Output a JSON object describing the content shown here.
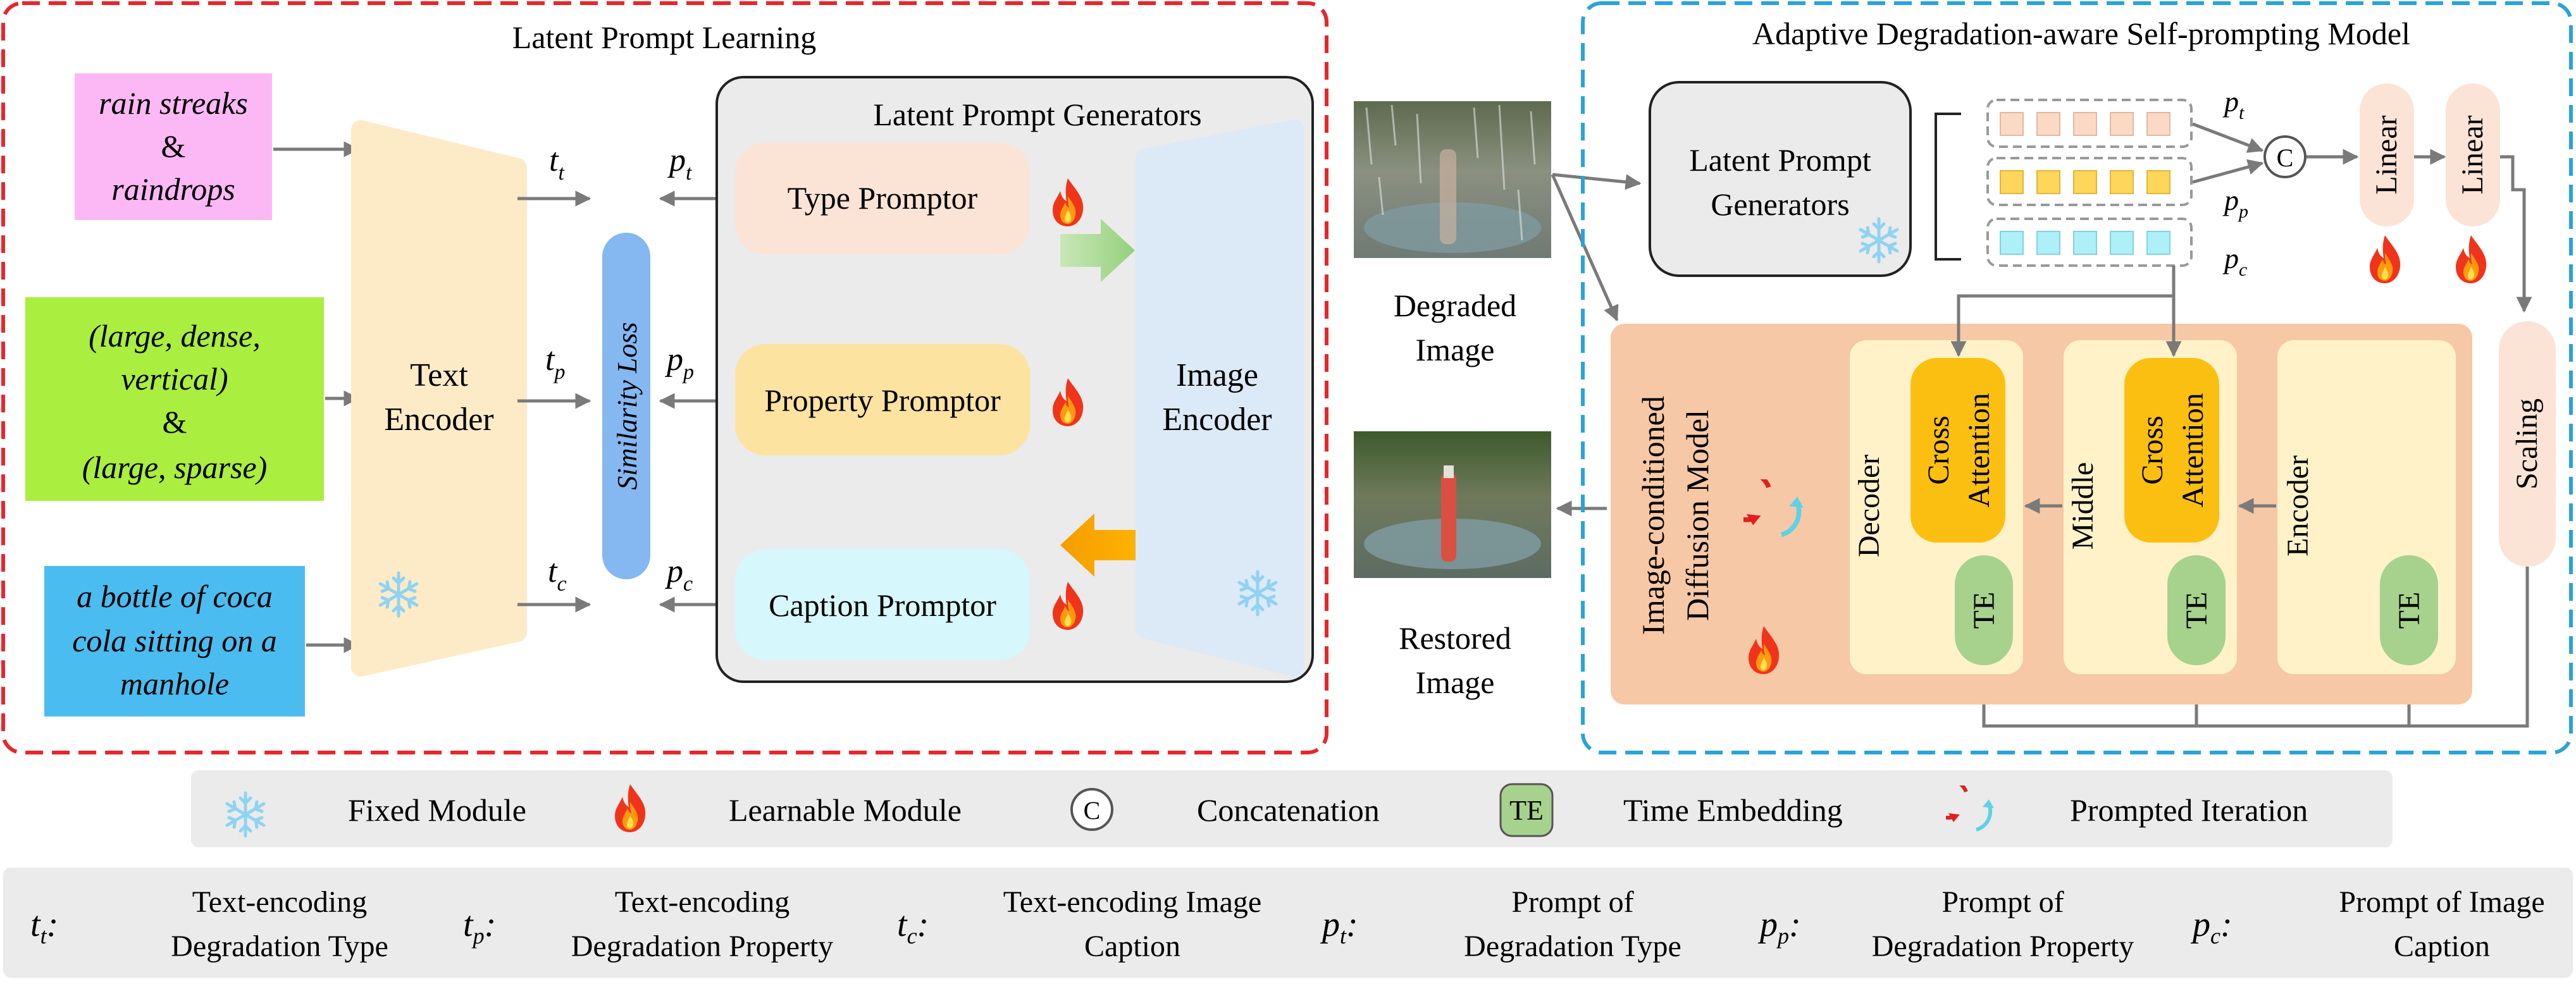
{
  "left_panel": {
    "title": "Latent Prompt Learning",
    "inputs": {
      "rain": {
        "line1": "rain streaks",
        "line2": "&",
        "line3": "raindrops"
      },
      "property": {
        "line1": "(large, dense,",
        "line2": "vertical)",
        "line3": "&",
        "line4": "(large, sparse)"
      },
      "caption": {
        "line1": "a bottle of coca",
        "line2": "cola sitting on a",
        "line3": "manhole"
      }
    },
    "text_encoder": {
      "line1": "Text",
      "line2": "Encoder"
    },
    "t_labels": {
      "t": "t",
      "t_sub": "t",
      "p": "t",
      "p_sub": "p",
      "c": "t",
      "c_sub": "c"
    },
    "similarity_loss": "Similarity Loss",
    "p_labels": {
      "t": "p",
      "t_sub": "t",
      "p": "p",
      "p_sub": "p",
      "c": "p",
      "c_sub": "c"
    },
    "generators": {
      "title": "Latent Prompt Generators",
      "type": "Type Promptor",
      "property": "Property Promptor",
      "caption": "Caption Promptor"
    },
    "image_encoder": {
      "line1": "Image",
      "line2": "Encoder"
    }
  },
  "middle": {
    "degraded": {
      "line1": "Degraded",
      "line2": "Image"
    },
    "restored": {
      "line1": "Restored",
      "line2": "Image"
    }
  },
  "right_panel": {
    "title": "Adaptive Degradation-aware Self-prompting Model",
    "generators": {
      "line1": "Latent Prompt",
      "line2": "Generators"
    },
    "prompt_labels": {
      "t": "p",
      "t_sub": "t",
      "p": "p",
      "p_sub": "p",
      "c": "p",
      "c_sub": "c"
    },
    "concat_symbol": "C",
    "linear1": "Linear",
    "linear2": "Linear",
    "scaling": "Scaling",
    "diffusion": {
      "line1": "Image-conditioned",
      "line2": "Diffusion Model"
    },
    "blocks": {
      "decoder": "Decoder",
      "middle": "Middle",
      "encoder": "Encoder",
      "cross_attention1": "Cross",
      "cross_attention2": "Attention",
      "te": "TE"
    }
  },
  "legend": {
    "fixed": "Fixed Module",
    "learnable": "Learnable Module",
    "concat_symbol": "C",
    "concat": "Concatenation",
    "te_symbol": "TE",
    "te": "Time Embedding",
    "iteration": "Prompted Iteration"
  },
  "notation": [
    {
      "sym": "t",
      "sub": "t",
      "line1": "Text-encoding",
      "line2": "Degradation Type"
    },
    {
      "sym": "t",
      "sub": "p",
      "line1": "Text-encoding",
      "line2": "Degradation Property"
    },
    {
      "sym": "t",
      "sub": "c",
      "line1": "Text-encoding Image",
      "line2": "Caption"
    },
    {
      "sym": "p",
      "sub": "t",
      "line1": "Prompt of",
      "line2": "Degradation Type"
    },
    {
      "sym": "p",
      "sub": "p",
      "line1": "Prompt of",
      "line2": "Degradation Property"
    },
    {
      "sym": "p",
      "sub": "c",
      "line1": "Prompt of Image",
      "line2": "Caption"
    }
  ],
  "colors": {
    "red_dash": "#e8262c",
    "blue_dash": "#2aa3d9",
    "pink": "#fbb8f4",
    "lime": "#aaee3f",
    "sky": "#4bbcef",
    "encoder_fill": "#fdebc8",
    "similarity": "#85b7f1",
    "type_fill": "#fbe3d6",
    "property_fill": "#fde3a0",
    "caption_fill": "#d6f7fb",
    "image_encoder": "#dce9f6",
    "diffusion_bg": "#f6c8a5",
    "block_bg": "#fff2c8",
    "attention": "#fbbf11",
    "te": "#a6d28d",
    "grey_box": "#ebebeb"
  }
}
